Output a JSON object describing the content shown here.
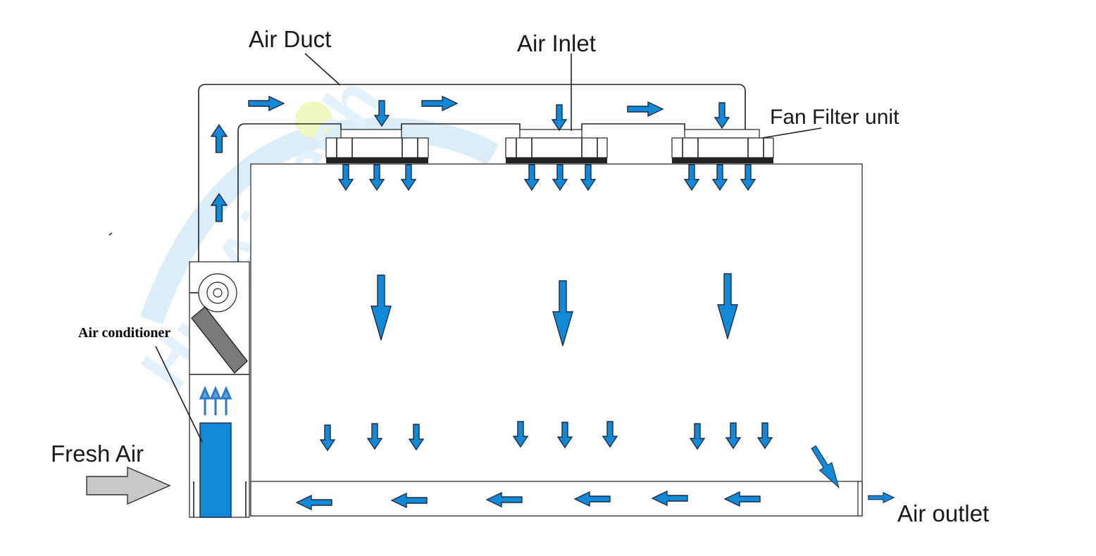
{
  "labels": {
    "air_duct": "Air Duct",
    "air_inlet": "Air Inlet",
    "fan_filter_unit": "Fan Filter unit",
    "air_conditioner": "Air conditioner",
    "fresh_air": "Fresh Air",
    "air_outlet": "Air outlet"
  },
  "watermark": "HuaAirtech",
  "colors": {
    "arrow_blue": "#1189d6",
    "arrow_outline": "#1d2a44",
    "fresh_air_arrow": "#c8c8c8",
    "watermark": "#dff0fb",
    "watermark_dot": "#eef8b8",
    "outline": "#222222"
  },
  "icons": {
    "fan": "fan-icon",
    "coil": "cooling-coil-icon",
    "flow_arrow": "airflow-arrow-icon"
  }
}
